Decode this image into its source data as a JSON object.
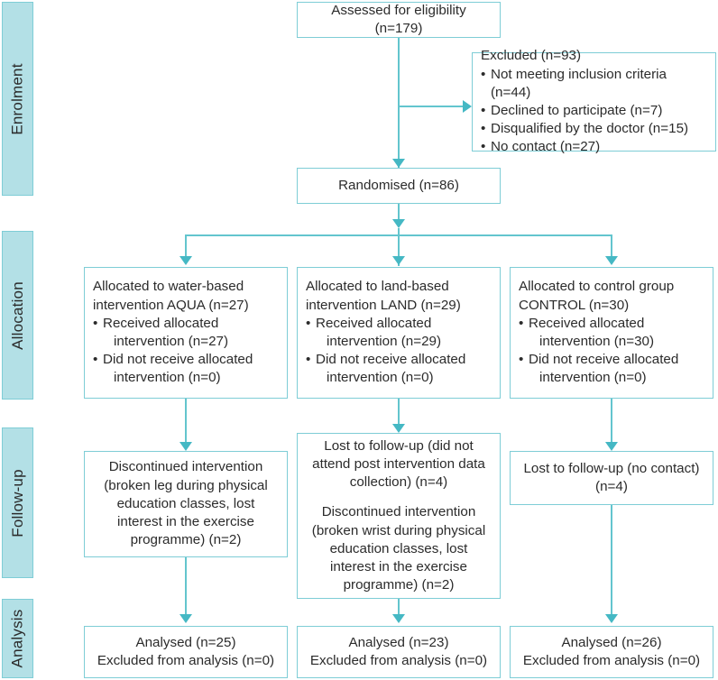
{
  "figure": {
    "type": "consort-flow-diagram",
    "colors": {
      "stage_fill": "#b3e0e6",
      "box_border": "#7ecdd6",
      "connector": "#63c5ce",
      "arrow": "#45b8c4",
      "text": "#2b2b2b",
      "background": "#ffffff"
    }
  },
  "stages": [
    {
      "label": "Enrolment"
    },
    {
      "label": "Allocation"
    },
    {
      "label": "Follow-up"
    },
    {
      "label": "Analysis"
    }
  ],
  "enrolment": {
    "assessed": "Assessed for eligibility (n=179)",
    "excluded": {
      "heading": "Excluded (n=93)",
      "items": [
        "Not meeting inclusion criteria (n=44)",
        "Declined to participate (n=7)",
        "Disqualified by the doctor (n=15)",
        "No contact (n=27)"
      ]
    },
    "randomised": "Randomised (n=86)"
  },
  "allocation": [
    {
      "heading": "Allocated to water-based intervention AQUA (n=27)",
      "items": [
        {
          "first": "Received allocated",
          "second": "intervention (n=27)"
        },
        {
          "first": "Did not receive allocated",
          "second": "intervention (n=0)"
        }
      ]
    },
    {
      "heading": "Allocated to land-based intervention LAND (n=29)",
      "items": [
        {
          "first": "Received allocated",
          "second": "intervention (n=29)"
        },
        {
          "first": "Did not receive allocated",
          "second": "intervention (n=0)"
        }
      ]
    },
    {
      "heading": "Allocated to control group CONTROL (n=30)",
      "items": [
        {
          "first": "Received allocated",
          "second": "intervention (n=30)"
        },
        {
          "first": "Did not receive allocated",
          "second": "intervention (n=0)"
        }
      ]
    }
  ],
  "followup": [
    {
      "paragraph1": "Discontinued intervention (broken leg during physical education classes, lost interest in the exercise programme) (n=2)",
      "paragraph2": ""
    },
    {
      "paragraph1": "Lost to follow-up (did not attend post intervention data collection) (n=4)",
      "paragraph2": "Discontinued intervention (broken wrist during physical education classes, lost interest in the exercise programme) (n=2)"
    },
    {
      "paragraph1": "Lost to follow-up (no contact) (n=4)",
      "paragraph2": ""
    }
  ],
  "analysis": [
    {
      "line1": "Analysed (n=25)",
      "line2": "Excluded from analysis (n=0)"
    },
    {
      "line1": "Analysed (n=23)",
      "line2": "Excluded from analysis (n=0)"
    },
    {
      "line1": "Analysed (n=26)",
      "line2": "Excluded from analysis (n=0)"
    }
  ],
  "bullet_glyph": "•"
}
